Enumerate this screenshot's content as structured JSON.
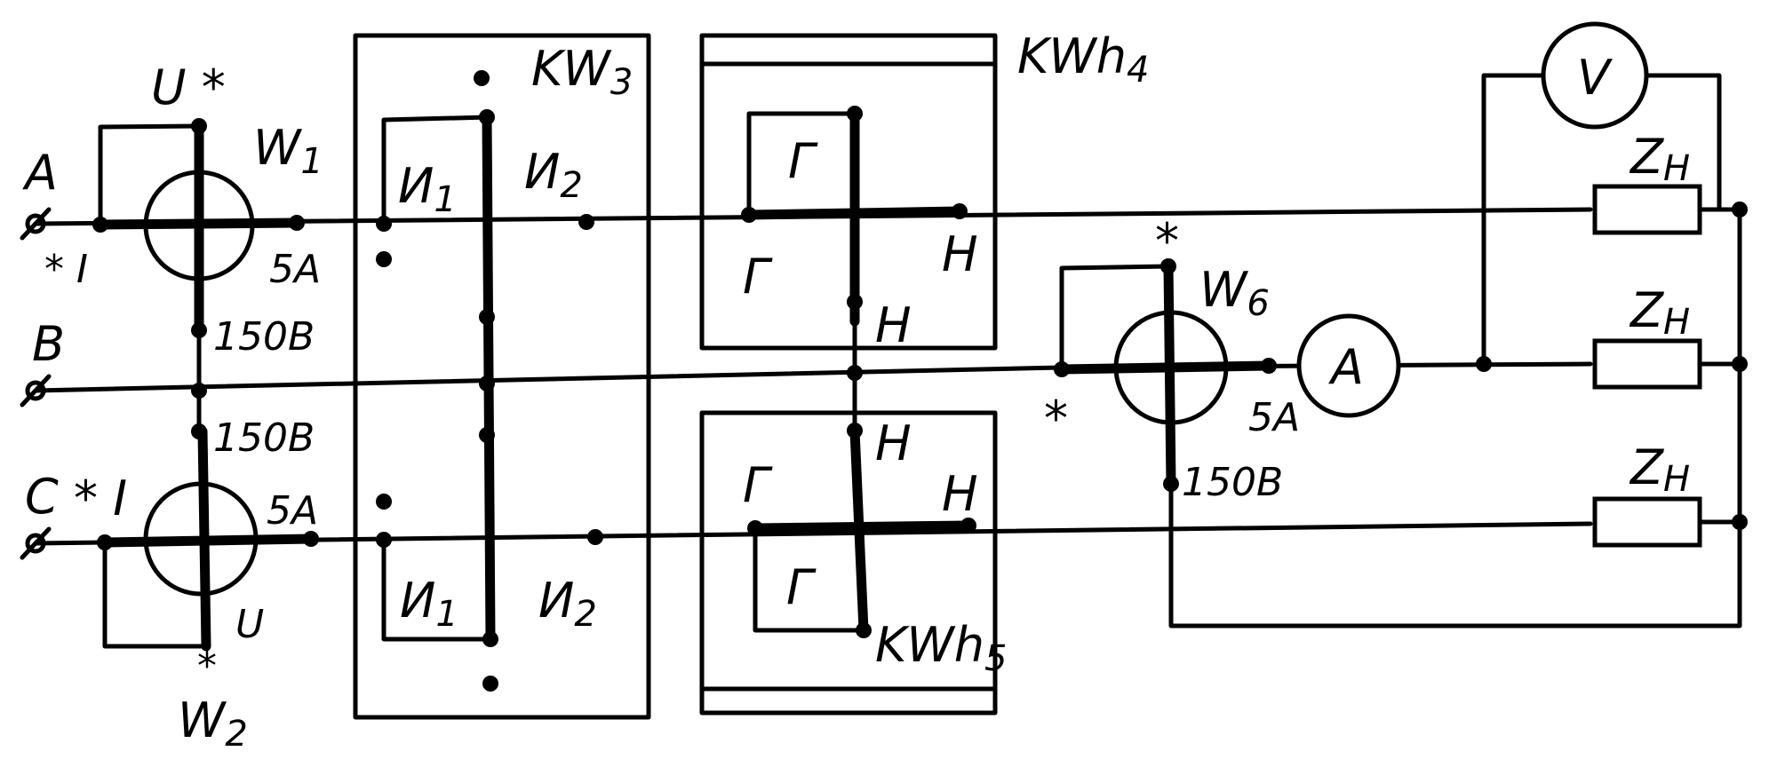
{
  "diagram": {
    "terminals": {
      "a": "A",
      "b": "B",
      "c": "C"
    },
    "w1": {
      "name": "W",
      "sub": "1",
      "u": "U *",
      "i": "* I",
      "amps": "5A",
      "volts": "150B"
    },
    "w2": {
      "name": "W",
      "sub": "2",
      "u": "U",
      "i": "* I",
      "amps": "5A",
      "volts": "150B",
      "star": "*"
    },
    "kw3": {
      "name": "KW",
      "sub": "3",
      "coil1": "И",
      "coil1_sub": "1",
      "coil2": "И",
      "coil2_sub": "2"
    },
    "kwh4": {
      "name": "KWh",
      "sub": "4",
      "g": "Г",
      "n": "Н"
    },
    "kwh5": {
      "name": "KWh",
      "sub": "5",
      "g": "Г",
      "n": "Н"
    },
    "w6": {
      "name": "W",
      "sub": "6",
      "star": "*",
      "amps": "5A",
      "volts": "150B"
    },
    "ammeter": "A",
    "voltmeter": "V",
    "load": {
      "name": "Z",
      "sub": "H"
    }
  }
}
